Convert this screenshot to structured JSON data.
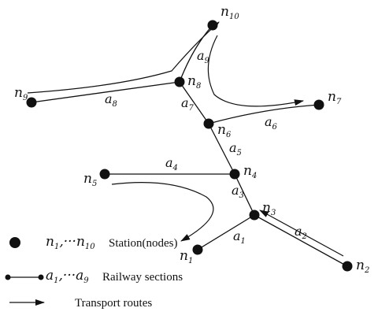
{
  "nodes": [
    {
      "id": "n1",
      "base": "n",
      "sub": "1"
    },
    {
      "id": "n2",
      "base": "n",
      "sub": "2"
    },
    {
      "id": "n3",
      "base": "n",
      "sub": "3"
    },
    {
      "id": "n4",
      "base": "n",
      "sub": "4"
    },
    {
      "id": "n5",
      "base": "n",
      "sub": "5"
    },
    {
      "id": "n6",
      "base": "n",
      "sub": "6"
    },
    {
      "id": "n7",
      "base": "n",
      "sub": "7"
    },
    {
      "id": "n8",
      "base": "n",
      "sub": "8"
    },
    {
      "id": "n9",
      "base": "n",
      "sub": "9"
    },
    {
      "id": "n10",
      "base": "n",
      "sub": "10"
    }
  ],
  "sections": [
    {
      "id": "a1",
      "base": "a",
      "sub": "1",
      "from": "n1",
      "to": "n3"
    },
    {
      "id": "a2",
      "base": "a",
      "sub": "2",
      "from": "n3",
      "to": "n2"
    },
    {
      "id": "a3",
      "base": "a",
      "sub": "3",
      "from": "n4",
      "to": "n3"
    },
    {
      "id": "a4",
      "base": "a",
      "sub": "4",
      "from": "n5",
      "to": "n4"
    },
    {
      "id": "a5",
      "base": "a",
      "sub": "5",
      "from": "n6",
      "to": "n4"
    },
    {
      "id": "a6",
      "base": "a",
      "sub": "6",
      "from": "n6",
      "to": "n7"
    },
    {
      "id": "a7",
      "base": "a",
      "sub": "7",
      "from": "n8",
      "to": "n6"
    },
    {
      "id": "a8",
      "base": "a",
      "sub": "8",
      "from": "n9",
      "to": "n8"
    },
    {
      "id": "a9",
      "base": "a",
      "sub": "9",
      "from": "n8",
      "to": "n10"
    }
  ],
  "routes": [
    {
      "id": "route-n9-n10",
      "from": "n9",
      "to": "n10"
    },
    {
      "id": "route-n10-n7",
      "from": "n10",
      "to": "n7"
    },
    {
      "id": "route-n2-n3",
      "from": "n2",
      "to": "n3"
    },
    {
      "id": "route-n5-n1",
      "from": "n5",
      "to": "n1"
    }
  ],
  "legend": {
    "station": {
      "first": "n",
      "first_sub": "1",
      "sep": ",···",
      "last": "n",
      "last_sub": "10",
      "desc": "Station(nodes)"
    },
    "section": {
      "first": "a",
      "first_sub": "1",
      "sep": ",···",
      "last": "a",
      "last_sub": "9",
      "desc": "Railway sections"
    },
    "route": {
      "desc": "Transport routes"
    }
  },
  "colors": {
    "ink": "#111111",
    "background": "#ffffff"
  }
}
